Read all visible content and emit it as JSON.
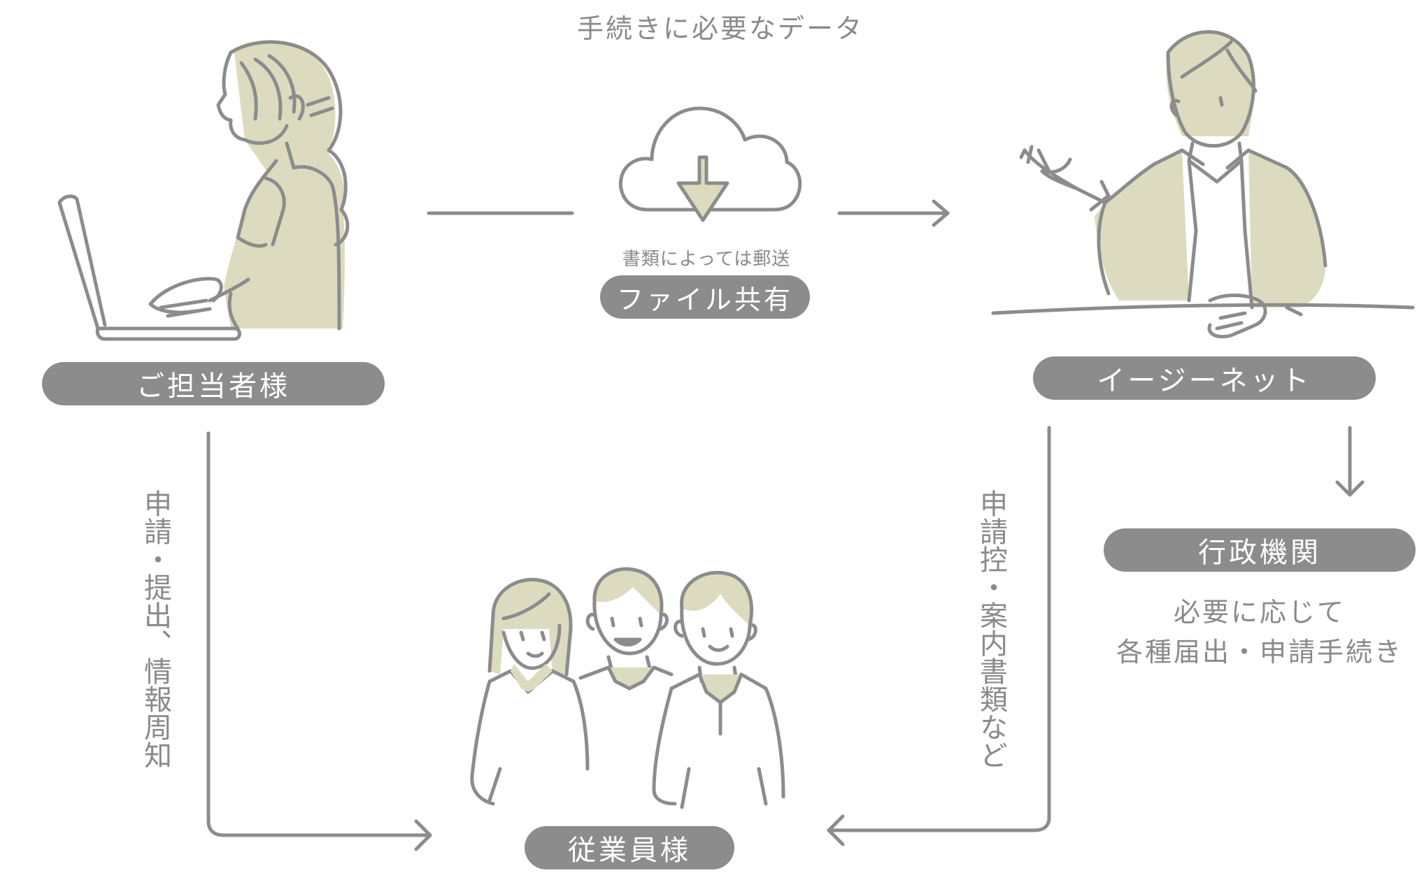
{
  "top_caption": "手続きに必要なデータ",
  "cloud_caption": "書類によっては郵送",
  "nodes": {
    "client": "ご担当者様",
    "company": "イージーネット",
    "government": "行政機関",
    "employees": "従業員様",
    "file_share": "ファイル共有"
  },
  "government_note": {
    "line1": "必要に応じて",
    "line2": "各種届出・申請手続き"
  },
  "left_flow_text": "申請・提出、情報周知",
  "right_flow_text": "申請控・案内書類など",
  "colors": {
    "line": "#8c8c8c",
    "accent_fill": "#dddbbf",
    "pill_bg": "#8c8c8c"
  }
}
